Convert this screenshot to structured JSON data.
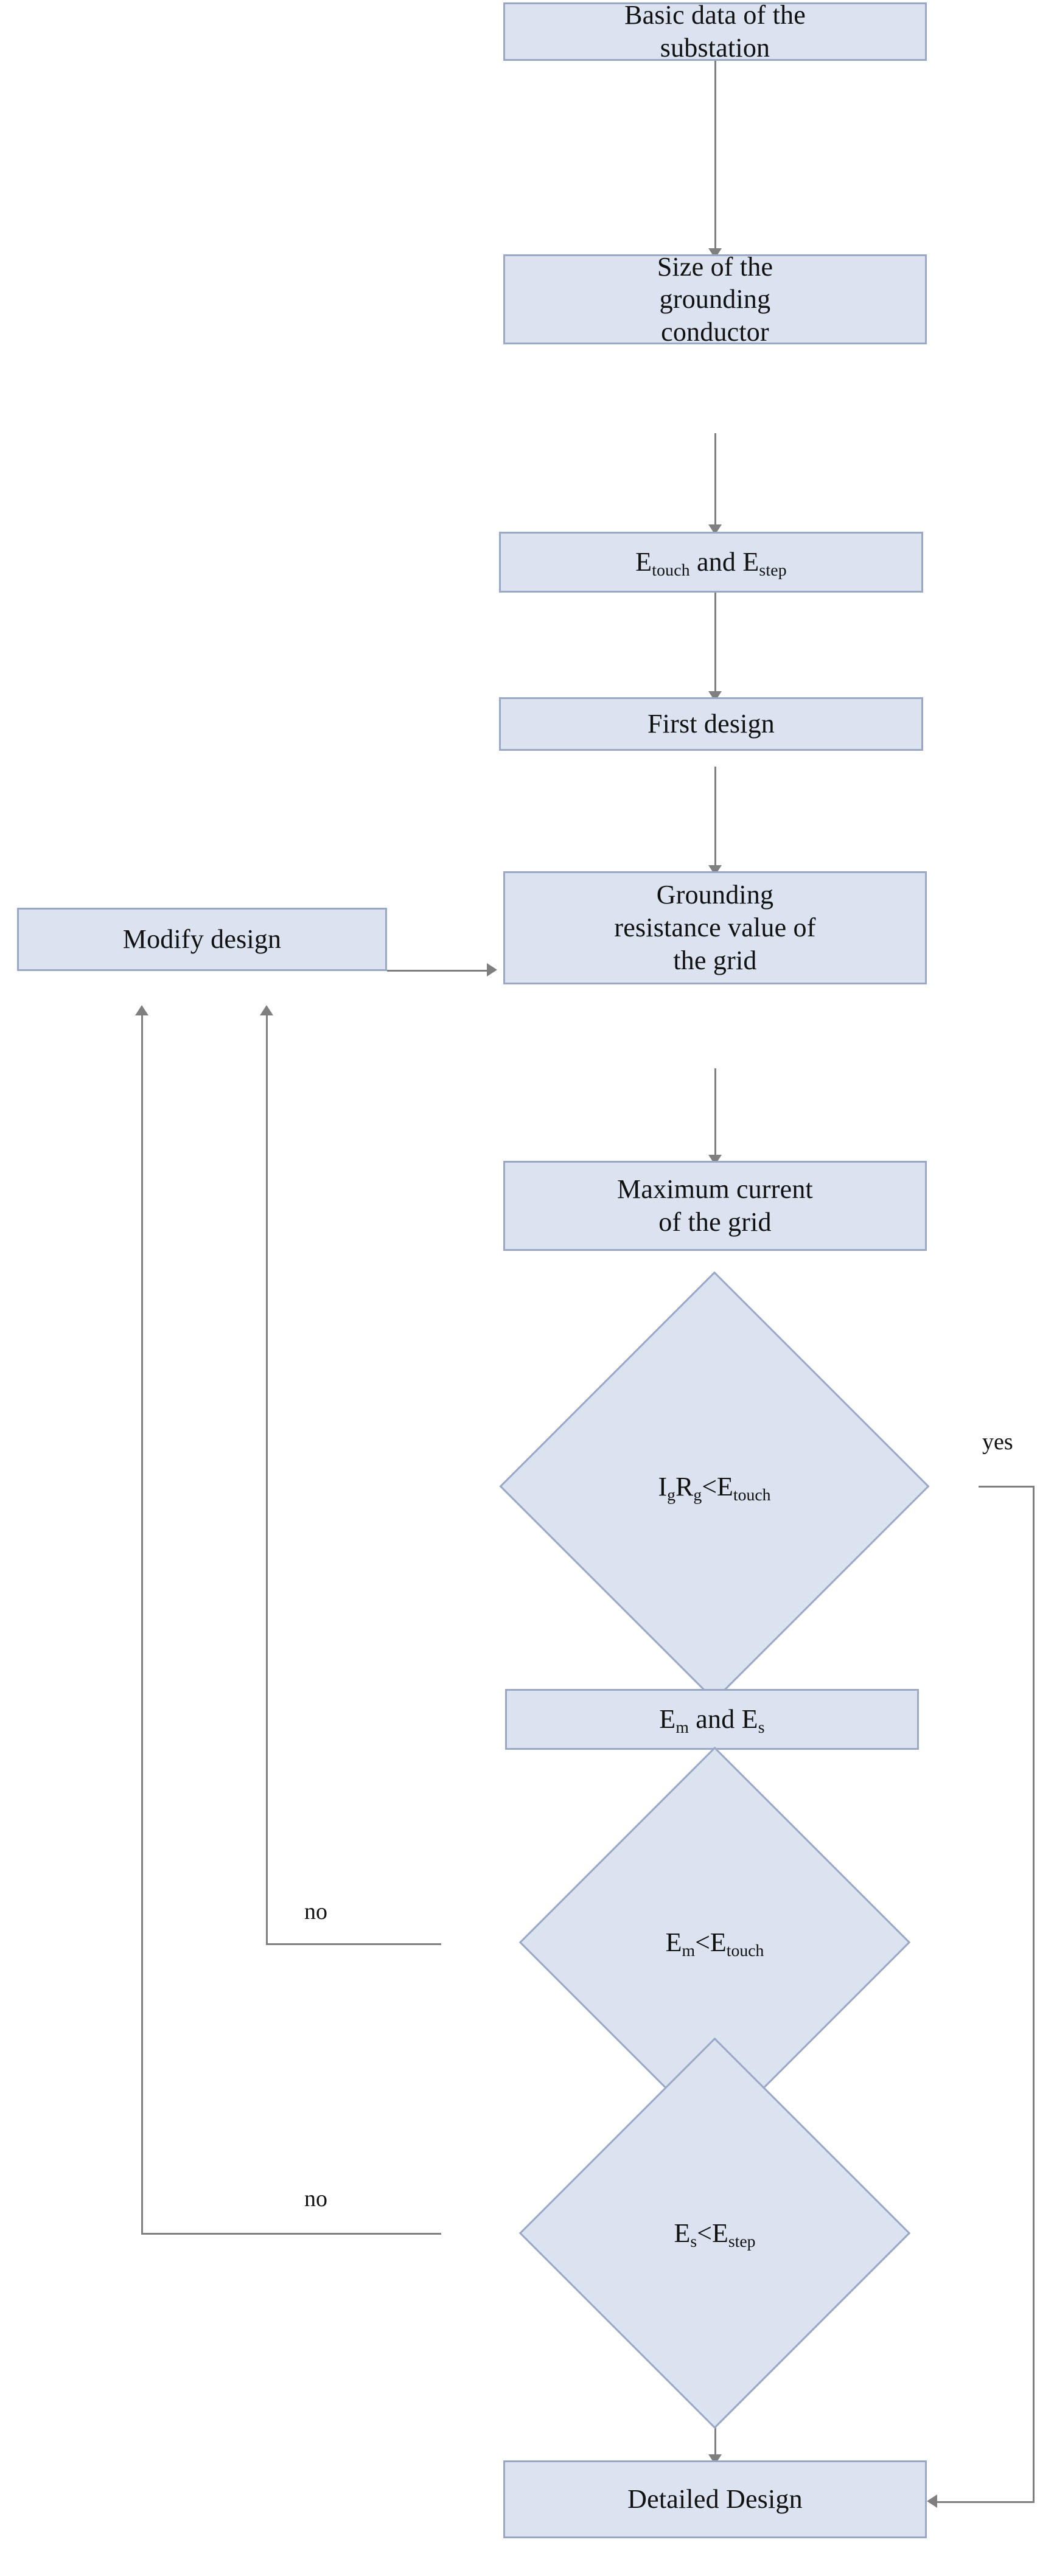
{
  "diagram": {
    "title": "Substation grounding grid design flowchart",
    "colors": {
      "node_fill": "#dbe2f0",
      "node_border": "#9aa8c6",
      "connector": "#7f7f7f",
      "text": "#111111",
      "background": "#ffffff"
    },
    "nodes": [
      {
        "id": "basic-data",
        "type": "process",
        "text": "Basic data of the substation",
        "lines": [
          "Basic data of the",
          "substation"
        ]
      },
      {
        "id": "conductor-size",
        "type": "process",
        "text": "Size of the grounding conductor",
        "lines": [
          "Size of the",
          "grounding",
          "conductor"
        ]
      },
      {
        "id": "etouch-estep",
        "type": "process",
        "text": "Etouch and Estep",
        "rich": [
          {
            "t": "E"
          },
          {
            "t": "touch",
            "sub": true
          },
          {
            "t": " and E"
          },
          {
            "t": "step",
            "sub": true
          }
        ]
      },
      {
        "id": "first-design",
        "type": "process",
        "text": "First design"
      },
      {
        "id": "grounding-resistance",
        "type": "process",
        "text": "Grounding resistance value of the grid",
        "lines": [
          "Grounding",
          "resistance value of",
          "the grid"
        ]
      },
      {
        "id": "modify-design",
        "type": "process",
        "text": "Modify design"
      },
      {
        "id": "maximum-current",
        "type": "process",
        "text": "Maximum current of the grid",
        "lines": [
          "Maximum current",
          "of the grid"
        ]
      },
      {
        "id": "igrg-vs-etouch",
        "type": "decision",
        "text": "IgRg<Etouch",
        "rich": [
          {
            "t": "I"
          },
          {
            "t": "g",
            "sub": true
          },
          {
            "t": "R"
          },
          {
            "t": "g",
            "sub": true
          },
          {
            "t": "<E"
          },
          {
            "t": "touch",
            "sub": true
          }
        ]
      },
      {
        "id": "em-es",
        "type": "process",
        "text": "Em and Es",
        "rich": [
          {
            "t": "E"
          },
          {
            "t": "m",
            "sub": true
          },
          {
            "t": " and E"
          },
          {
            "t": "s",
            "sub": true
          }
        ]
      },
      {
        "id": "em-vs-etouch",
        "type": "decision",
        "text": "Em<Etouch",
        "rich": [
          {
            "t": "E"
          },
          {
            "t": "m",
            "sub": true
          },
          {
            "t": "<E"
          },
          {
            "t": "touch",
            "sub": true
          }
        ]
      },
      {
        "id": "es-vs-estep",
        "type": "decision",
        "text": "Es<Estep",
        "rich": [
          {
            "t": "E"
          },
          {
            "t": "s",
            "sub": true
          },
          {
            "t": "<E"
          },
          {
            "t": "step",
            "sub": true
          }
        ]
      },
      {
        "id": "detailed-design",
        "type": "process",
        "text": "Detailed Design"
      }
    ],
    "edge_labels": {
      "yes_igrg": "yes",
      "no_em": "no",
      "no_es": "no"
    }
  }
}
